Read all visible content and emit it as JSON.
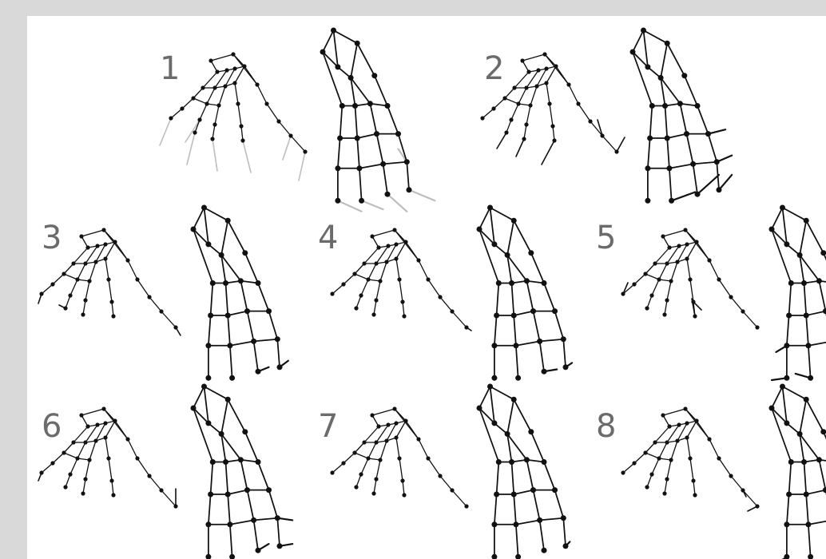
{
  "figure": {
    "panels": [
      {
        "label": "1",
        "style": "ghost"
      },
      {
        "label": "2",
        "style": "arrows"
      },
      {
        "label": "3",
        "style": "arrows"
      },
      {
        "label": "4",
        "style": "arrows"
      },
      {
        "label": "5",
        "style": "arrows"
      },
      {
        "label": "6",
        "style": "arrows"
      },
      {
        "label": "7",
        "style": "arrows"
      },
      {
        "label": "8",
        "style": "arrows"
      }
    ]
  }
}
